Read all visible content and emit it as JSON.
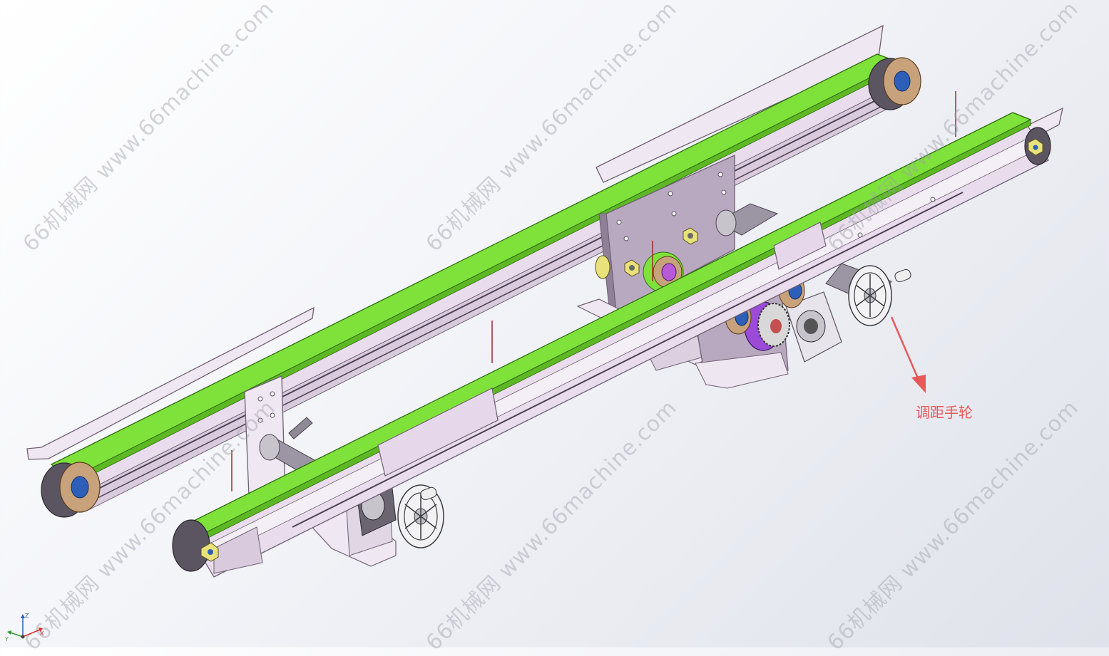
{
  "watermark": {
    "text": "66机械网 www.66machine.com"
  },
  "callout": {
    "label": "调距手轮",
    "color": "#e8585a"
  },
  "axes": {
    "x": "X",
    "y": "Y",
    "z": "Z"
  },
  "colors": {
    "belt": "#7fe23a",
    "frame": "#e6d8ea",
    "frame_edge": "#6e6072",
    "plate": "#b9a9c0",
    "roller": "#c8a27a",
    "hub": "#2d5fb8",
    "gear": "#9b4bd8"
  }
}
